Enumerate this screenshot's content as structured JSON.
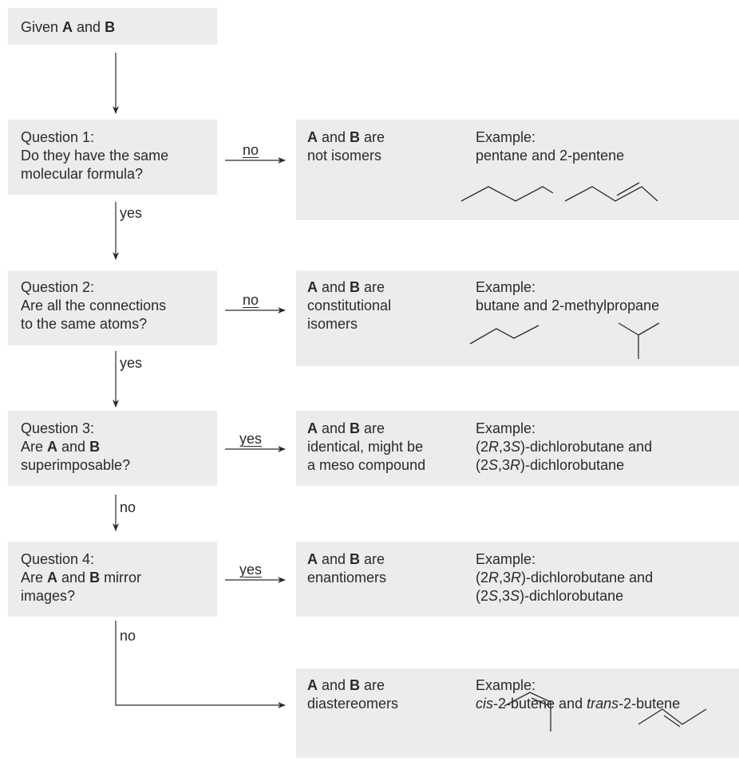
{
  "start": {
    "pre": "Given ",
    "a": "A",
    "mid": " and ",
    "b": "B"
  },
  "questions": [
    {
      "title": "Question 1:",
      "lines": [
        "Do they have the same",
        "molecular formula?"
      ]
    },
    {
      "title": "Question 2:",
      "lines": [
        "Are all the connections",
        "to the same atoms?"
      ]
    },
    {
      "title": "Question 3:",
      "line1": {
        "pre": "Are ",
        "a": "A",
        "mid": " and ",
        "b": "B"
      },
      "line2": "superimposable?"
    },
    {
      "title": "Question 4:",
      "line1": {
        "pre": "Are ",
        "a": "A",
        "mid": " and ",
        "b": "B",
        "post": " mirror"
      },
      "line2": "images?"
    }
  ],
  "edge_labels": {
    "q1_side": "no",
    "q1_down": "yes",
    "q2_side": "no",
    "q2_down": "yes",
    "q3_side": "yes",
    "q3_down": "no",
    "q4_side": "yes",
    "q4_down": "no"
  },
  "results": [
    {
      "a": "A",
      "and": " and ",
      "b": "B",
      "are": " are",
      "lines": [
        "not isomers"
      ],
      "example_label": "Example:",
      "example": [
        "pentane and 2-pentene"
      ]
    },
    {
      "a": "A",
      "and": " and ",
      "b": "B",
      "are": " are",
      "lines": [
        "constitutional",
        "isomers"
      ],
      "example_label": "Example:",
      "example": [
        "butane and 2-methylpropane"
      ]
    },
    {
      "a": "A",
      "and": " and ",
      "b": "B",
      "are": " are",
      "lines": [
        "identical, might be",
        "a meso compound"
      ],
      "example_label": "Example:",
      "ex1": {
        "p1": "(2",
        "i1": "R",
        "p2": ",3",
        "i2": "S",
        "p3": ")-dichlorobutane and"
      },
      "ex2": {
        "p1": "(2",
        "i1": "S",
        "p2": ",3",
        "i2": "R",
        "p3": ")-dichlorobutane"
      }
    },
    {
      "a": "A",
      "and": " and ",
      "b": "B",
      "are": " are",
      "lines": [
        "enantiomers"
      ],
      "example_label": "Example:",
      "ex1": {
        "p1": "(2",
        "i1": "R",
        "p2": ",3",
        "i2": "R",
        "p3": ")-dichlorobutane and"
      },
      "ex2": {
        "p1": "(2",
        "i1": "S",
        "p2": ",3",
        "i2": "S",
        "p3": ")-dichlorobutane"
      }
    },
    {
      "a": "A",
      "and": " and ",
      "b": "B",
      "are": " are",
      "lines": [
        "diastereomers"
      ],
      "example_label": "Example:",
      "ex1": {
        "i1": "cis",
        "p1": "-2-butene and ",
        "i2": "trans",
        "p2": "-2-butene"
      }
    }
  ]
}
